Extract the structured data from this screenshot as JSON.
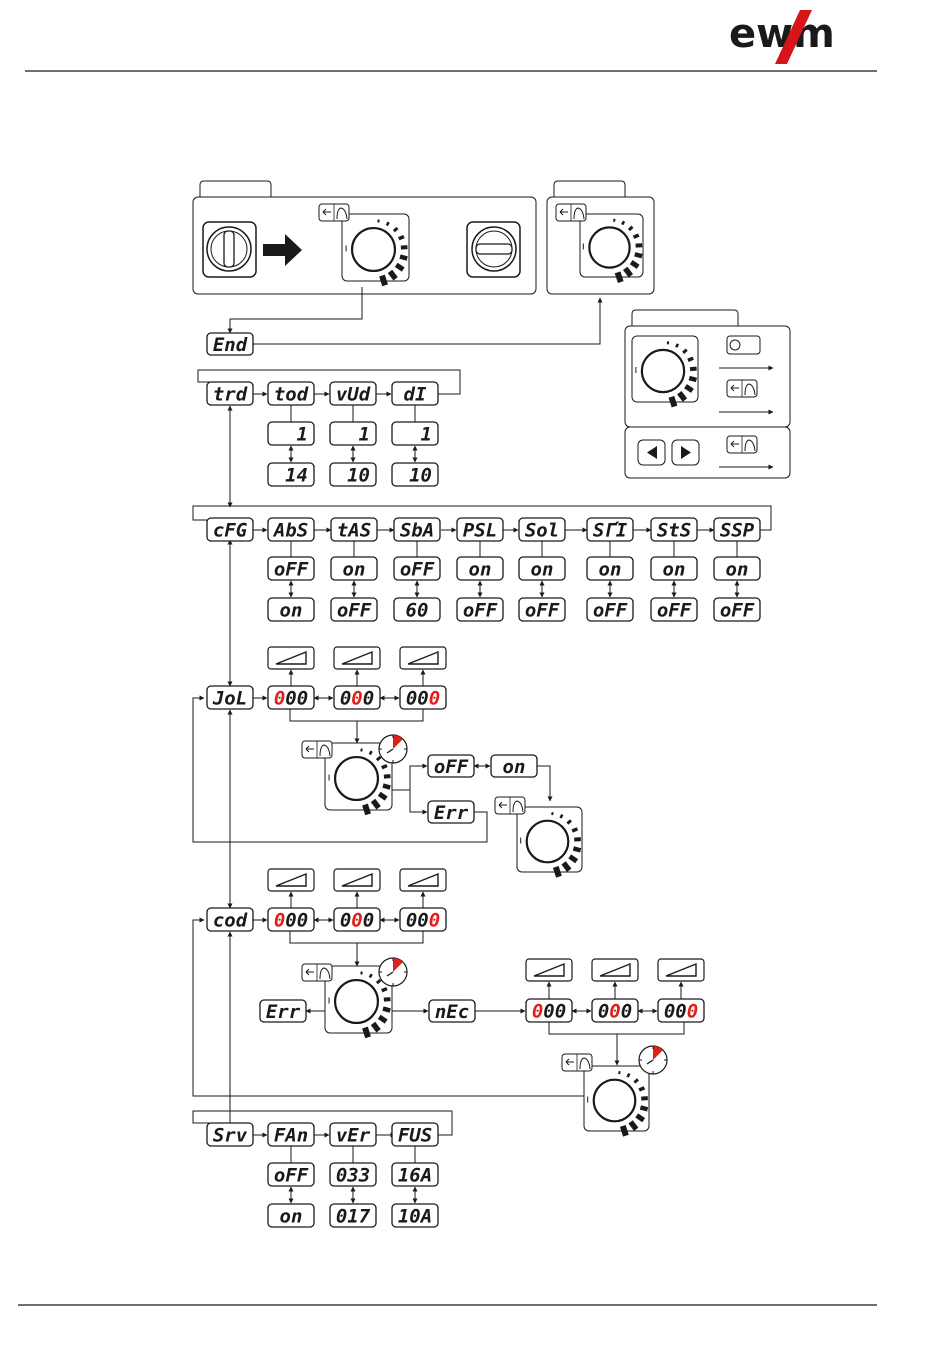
{
  "brand": {
    "logo_text": "ewm",
    "accent_color": "#d8141b"
  },
  "colors": {
    "line": "#1a1a1a",
    "highlight_digit": "#e0201b"
  },
  "icons": {
    "power_switch_off": "rotary-switch-off-icon",
    "power_switch_on": "rotary-switch-on-icon",
    "arrow_right": "bold-arrow-right-icon",
    "control_knob": "rotary-knob-icon",
    "press_button": "press-finger-icon",
    "press_button_long": "press-hold-finger-icon",
    "timer": "stopwatch-icon",
    "ramp": "ramp-setting-icon",
    "left_button": "triangle-left-button-icon",
    "right_button": "triangle-right-button-icon"
  },
  "menu": {
    "end": "End",
    "trd": "trd",
    "cfg": "cFG",
    "jol": "JoL",
    "cod": "cod",
    "srv": "Srv",
    "err": "Err",
    "nec": "nEc",
    "off": "oFF",
    "on": "on"
  },
  "trd_params": [
    {
      "name": "tod",
      "value": "1",
      "max": "14"
    },
    {
      "name": "vUd",
      "value": "1",
      "max": "10"
    },
    {
      "name": "dI",
      "value": "1",
      "max": "10"
    }
  ],
  "cfg_params": [
    {
      "name": "AbS",
      "value": "oFF",
      "alt": "on"
    },
    {
      "name": "tAS",
      "value": "on",
      "alt": "oFF"
    },
    {
      "name": "SbA",
      "value": "oFF",
      "alt": "60"
    },
    {
      "name": "PSL",
      "value": "on",
      "alt": "oFF"
    },
    {
      "name": "Sol",
      "value": "on",
      "alt": "oFF"
    },
    {
      "name": "SΓΊ",
      "value": "on",
      "alt": "oFF"
    },
    {
      "name": "StS",
      "value": "on",
      "alt": "oFF"
    },
    {
      "name": "SSP",
      "value": "on",
      "alt": "oFF"
    }
  ],
  "code_digit": "000",
  "srv_params": [
    {
      "name": "FAn",
      "value": "oFF",
      "alt": "on"
    },
    {
      "name": "vEr",
      "value": "033",
      "alt": "017"
    },
    {
      "name": "FUS",
      "value": "16A",
      "alt": "10A"
    }
  ]
}
